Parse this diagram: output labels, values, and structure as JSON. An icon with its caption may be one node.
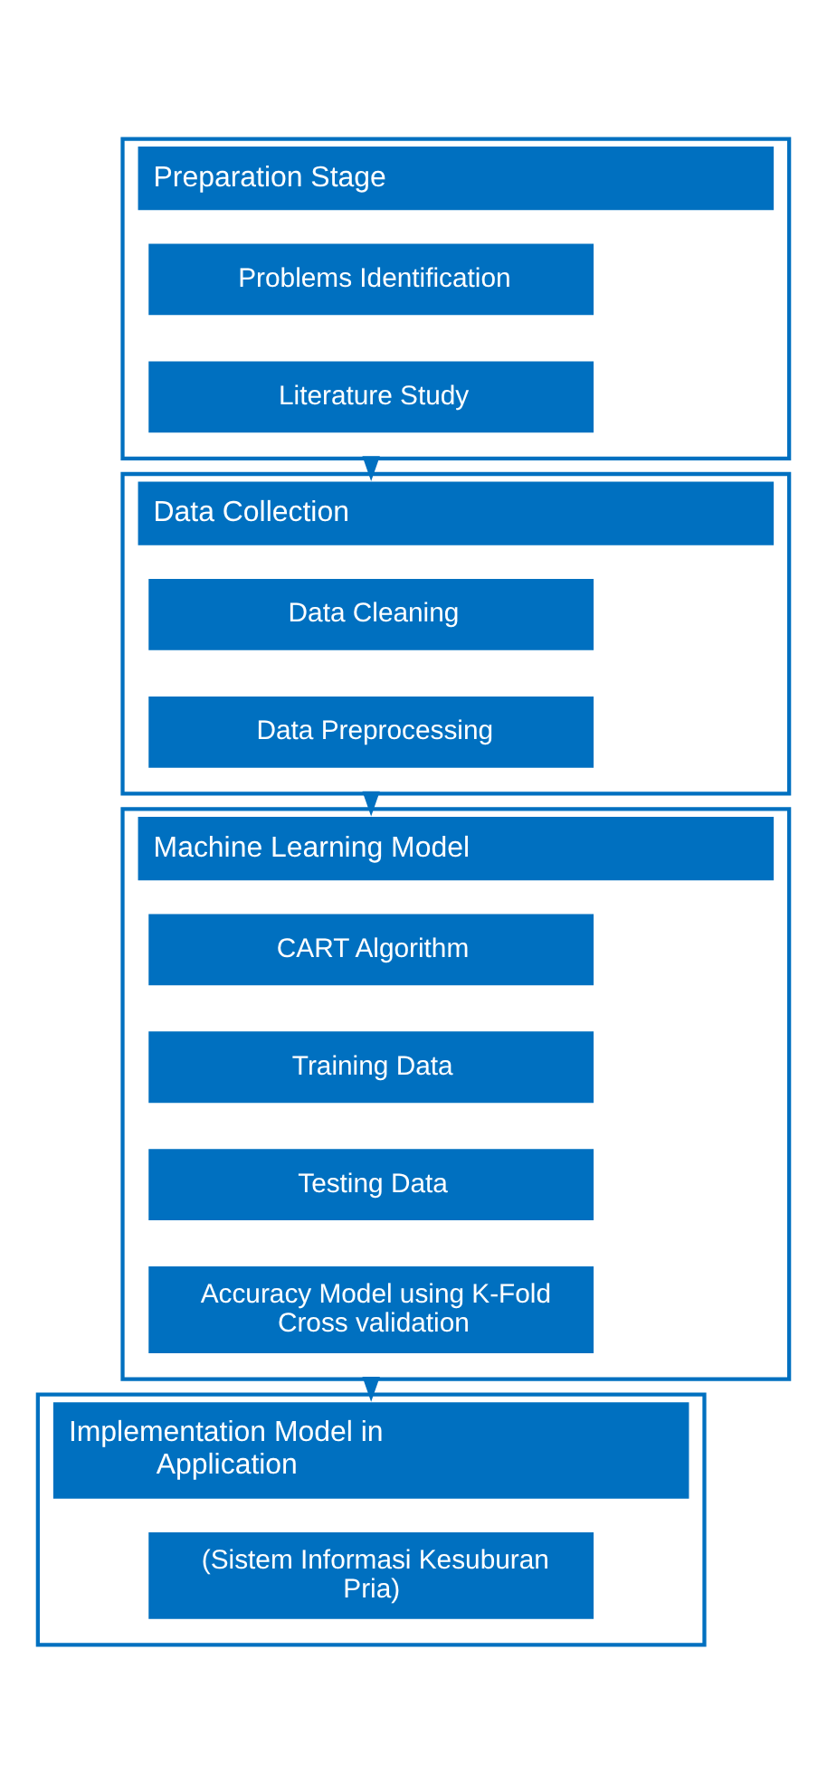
{
  "diagram": {
    "nodes": [
      {
        "text": [
          "Preparation Stage"
        ]
      },
      {
        "text": [
          "Problems Identification"
        ],
        "in": 0
      },
      {
        "text": [
          "Literature Study"
        ],
        "in": 0
      },
      {
        "text": [
          "Data Collection"
        ]
      },
      {
        "text": [
          "Data Cleaning"
        ],
        "in": 3
      },
      {
        "text": [
          "Data Preprocessing"
        ],
        "in": 3
      },
      {
        "text": [
          "Machine Learning Model"
        ]
      },
      {
        "text": [
          "CART Algorithm"
        ],
        "in": 6
      },
      {
        "text": [
          "Training Data"
        ],
        "in": 6
      },
      {
        "text": [
          "Testing Data"
        ],
        "in": 6
      },
      {
        "text": [
          "Accuracy Model using K-Fold Cross validation"
        ],
        "in": 6
      },
      {
        "text": [
          "Implementation Model in Application"
        ]
      },
      {
        "text": [
          "(Sistem Informasi Kesuburan Pria)"
        ],
        "in": 11
      }
    ],
    "edges": [
      {
        "from": 0,
        "to": 3,
        "arrow": "to"
      },
      {
        "from": 3,
        "to": 6,
        "arrow": "to"
      },
      {
        "from": 6,
        "to": 11,
        "arrow": "to"
      }
    ]
  }
}
